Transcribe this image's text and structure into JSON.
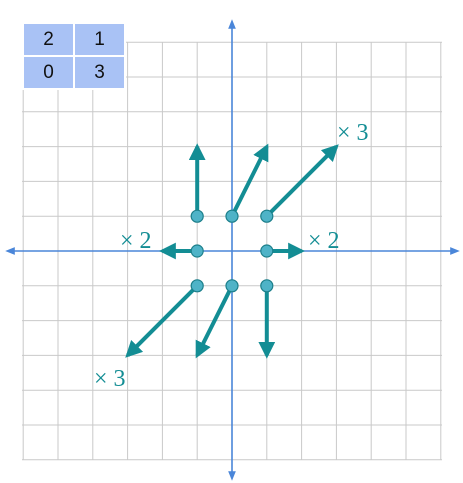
{
  "matrix": [
    [
      "2",
      "1"
    ],
    [
      "0",
      "3"
    ]
  ],
  "labels": {
    "top_right": "× 3",
    "right": "× 2",
    "left": "× 2",
    "bottom_left": "× 3"
  },
  "colors": {
    "grid": "#c9c9c9",
    "axis": "#4a86d9",
    "vector": "#138d94",
    "point": "#4fb3c7",
    "matrix_cell": "#a9c2f5"
  },
  "grid": {
    "x_range": [
      -6,
      6
    ],
    "y_range": [
      -6,
      6
    ]
  },
  "vectors": [
    {
      "name": "vec-up-left",
      "from": [
        -1,
        1
      ],
      "to": [
        -1,
        3
      ]
    },
    {
      "name": "vec-up-center",
      "from": [
        0,
        1
      ],
      "to": [
        1,
        3
      ]
    },
    {
      "name": "vec-up-right",
      "from": [
        1,
        1
      ],
      "to": [
        3,
        3
      ]
    },
    {
      "name": "vec-left",
      "from": [
        -1,
        0
      ],
      "to": [
        -2,
        0
      ]
    },
    {
      "name": "vec-right",
      "from": [
        1,
        0
      ],
      "to": [
        2,
        0
      ]
    },
    {
      "name": "vec-down-left",
      "from": [
        -1,
        -1
      ],
      "to": [
        -3,
        -3
      ]
    },
    {
      "name": "vec-down-center",
      "from": [
        0,
        -1
      ],
      "to": [
        -1,
        -3
      ]
    },
    {
      "name": "vec-down-right",
      "from": [
        1,
        -1
      ],
      "to": [
        1,
        -3
      ]
    }
  ]
}
